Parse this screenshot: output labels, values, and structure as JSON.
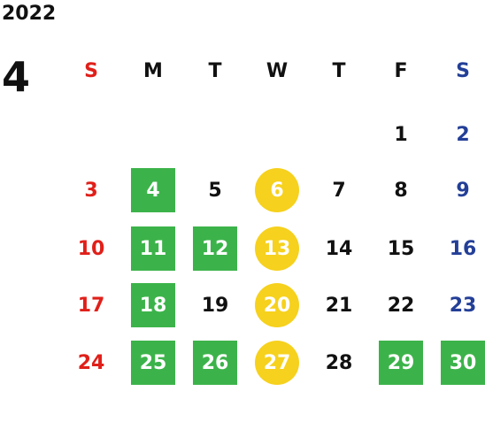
{
  "calendar": {
    "year": "2022",
    "month": "4",
    "weekdays": [
      "S",
      "M",
      "T",
      "W",
      "T",
      "F",
      "S"
    ],
    "colors": {
      "sunday": "#e0201a",
      "saturday": "#233f97",
      "green_highlight": "#3cb34a",
      "yellow_highlight": "#f6d11d"
    },
    "weeks": [
      [
        {
          "day": ""
        },
        {
          "day": ""
        },
        {
          "day": ""
        },
        {
          "day": ""
        },
        {
          "day": ""
        },
        {
          "day": "1"
        },
        {
          "day": "2"
        }
      ],
      [
        {
          "day": "3"
        },
        {
          "day": "4",
          "highlight": "green"
        },
        {
          "day": "5"
        },
        {
          "day": "6",
          "highlight": "yellow"
        },
        {
          "day": "7"
        },
        {
          "day": "8"
        },
        {
          "day": "9"
        }
      ],
      [
        {
          "day": "10"
        },
        {
          "day": "11",
          "highlight": "green"
        },
        {
          "day": "12",
          "highlight": "green"
        },
        {
          "day": "13",
          "highlight": "yellow"
        },
        {
          "day": "14"
        },
        {
          "day": "15"
        },
        {
          "day": "16"
        }
      ],
      [
        {
          "day": "17"
        },
        {
          "day": "18",
          "highlight": "green"
        },
        {
          "day": "19"
        },
        {
          "day": "20",
          "highlight": "yellow"
        },
        {
          "day": "21"
        },
        {
          "day": "22"
        },
        {
          "day": "23"
        }
      ],
      [
        {
          "day": "24"
        },
        {
          "day": "25",
          "highlight": "green"
        },
        {
          "day": "26",
          "highlight": "green"
        },
        {
          "day": "27",
          "highlight": "yellow"
        },
        {
          "day": "28"
        },
        {
          "day": "29",
          "highlight": "green"
        },
        {
          "day": "30",
          "highlight": "green"
        }
      ]
    ]
  }
}
